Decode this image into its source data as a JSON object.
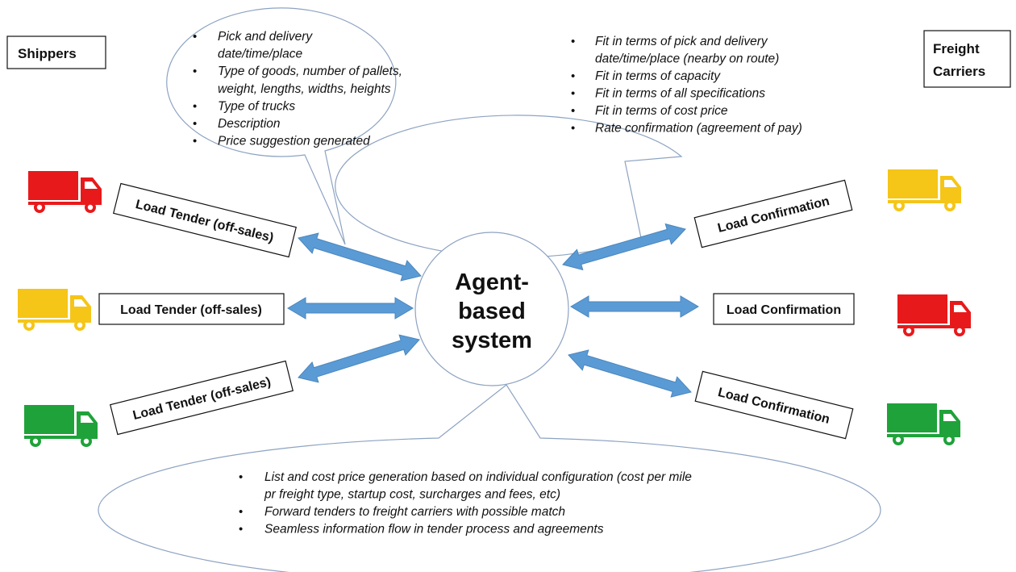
{
  "actors": {
    "shippers": "Shippers",
    "carriers": [
      "Freight",
      "Carriers"
    ]
  },
  "center": [
    "Agent-",
    "based",
    "system"
  ],
  "bubbles": {
    "shippers": [
      [
        "Pick and delivery",
        "date/time/place"
      ],
      [
        "Type of goods, number of pallets,",
        "weight, lengths, widths, heights"
      ],
      [
        "Type of trucks"
      ],
      [
        "Description"
      ],
      [
        "Price suggestion generated"
      ]
    ],
    "carriers": [
      [
        "Fit in terms of pick and delivery",
        "date/time/place (nearby on route)"
      ],
      [
        "Fit in terms of capacity"
      ],
      [
        "Fit in terms of all specifications"
      ],
      [
        "Fit in terms of cost price"
      ],
      [
        "Rate confirmation (agreement of pay)"
      ]
    ],
    "system": [
      [
        "List and cost price generation based on individual configuration (cost per mile",
        "pr freight type, startup cost, surcharges and fees,  etc)"
      ],
      [
        "Forward tenders to freight carriers with possible match"
      ],
      [
        "Seamless information flow in tender process and agreements"
      ]
    ]
  },
  "tenders": [
    "Load Tender (off-sales)",
    "Load Tender (off-sales)",
    "Load Tender (off-sales)"
  ],
  "confirmations": [
    "Load Confirmation",
    "Load Confirmation",
    "Load Confirmation"
  ],
  "colors": {
    "arrow": "#5b9bd5",
    "arrow_stroke": "#4a86be",
    "bubble_stroke": "#8da3c2",
    "truck_red": "#e8191b",
    "truck_yellow": "#f5c518",
    "truck_green": "#1fa23a"
  },
  "trucks": {
    "left": [
      "red",
      "yellow",
      "green"
    ],
    "right": [
      "yellow",
      "red",
      "green"
    ]
  }
}
